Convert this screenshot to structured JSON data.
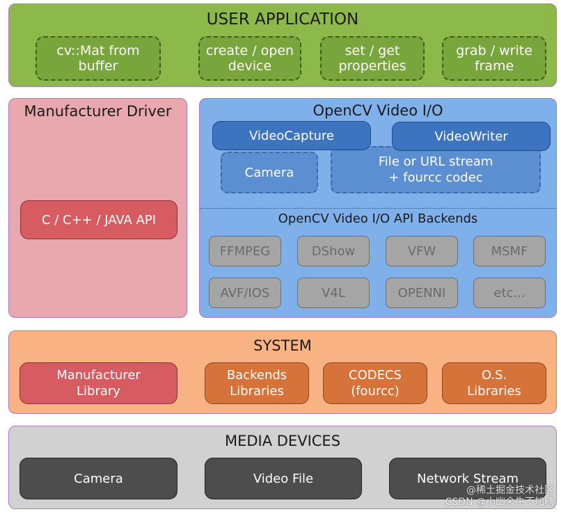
{
  "user_application": {
    "title": "USER APPLICATION",
    "items": [
      {
        "line1": "cv::Mat from",
        "line2": "buffer"
      },
      {
        "line1": "create / open",
        "line2": "device"
      },
      {
        "line1": "set / get",
        "line2": "properties"
      },
      {
        "line1": "grab / write",
        "line2": "frame"
      }
    ]
  },
  "manufacturer_driver": {
    "title": "Manufacturer Driver",
    "api": "C / C++ / JAVA API"
  },
  "opencv_video_io": {
    "title": "OpenCV Video I/O",
    "video_capture": "VideoCapture",
    "video_writer": "VideoWriter",
    "camera": "Camera",
    "file_stream": {
      "line1": "File or URL stream",
      "line2": "+ fourcc codec"
    },
    "backends_title": "OpenCV Video I/O API Backends",
    "backends": [
      "FFMPEG",
      "DShow",
      "VFW",
      "MSMF",
      "AVF/IOS",
      "V4L",
      "OPENNI",
      "etc..."
    ]
  },
  "system": {
    "title": "SYSTEM",
    "items": [
      {
        "line1": "Manufacturer",
        "line2": "Library"
      },
      {
        "line1": "Backends",
        "line2": "Libraries"
      },
      {
        "line1": "CODECS",
        "line2": "(fourcc)"
      },
      {
        "line1": "O.S.",
        "line2": "Libraries"
      }
    ]
  },
  "media_devices": {
    "title": "MEDIA DEVICES",
    "items": [
      "Camera",
      "Video File",
      "Network Stream"
    ]
  },
  "watermark": {
    "line1": "@稀土掘金技术社区",
    "line2": "CSDN @小幽余生不加糖"
  },
  "colors": {
    "user_application": "#8db94a",
    "manufacturer_driver": "#e9a8ad",
    "opencv_video_io": "#7fb0ea",
    "system": "#f8b283",
    "media_devices": "#d1d1d1"
  }
}
